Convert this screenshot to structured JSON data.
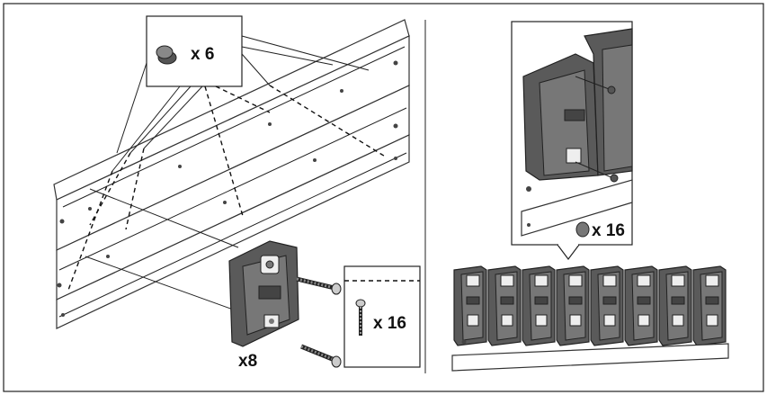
{
  "callouts": {
    "pads_qty": "x 6",
    "screws_qty": "x 16",
    "dock_qty": "x8",
    "caps_qty": "x 16"
  },
  "icons": {
    "pad": "adhesive-pad-icon",
    "screw": "screw-icon",
    "cap": "cap-icon"
  },
  "colors": {
    "line": "#222222",
    "dock_body": "#5a5a5a",
    "dock_face": "#777777"
  }
}
